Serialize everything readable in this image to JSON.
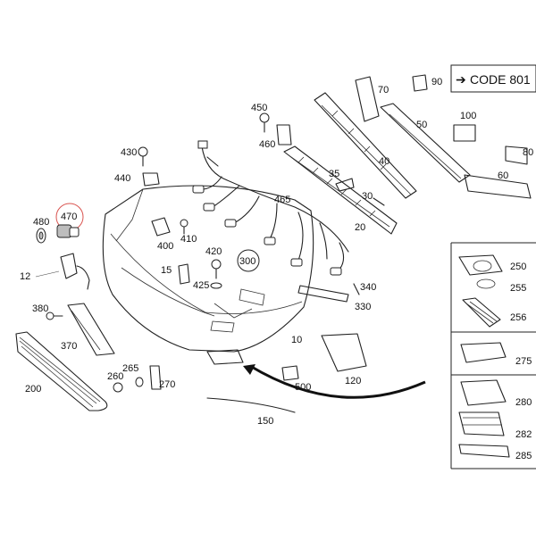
{
  "code_box": {
    "arrow": "➔",
    "label": "CODE 801"
  },
  "highlight_color": "#d9534f",
  "parts": {
    "p10": "10",
    "p12": "12",
    "p15": "15",
    "p20": "20",
    "p30": "30",
    "p35": "35",
    "p40": "40",
    "p50": "50",
    "p60": "60",
    "p70": "70",
    "p80": "80",
    "p90": "90",
    "p100": "100",
    "p120": "120",
    "p150": "150",
    "p200": "200",
    "p250": "250",
    "p255": "255",
    "p256": "256",
    "p260": "260",
    "p265": "265",
    "p270": "270",
    "p275": "275",
    "p280": "280",
    "p282": "282",
    "p285": "285",
    "p300": "300",
    "p330": "330",
    "p340": "340",
    "p370": "370",
    "p380": "380",
    "p400": "400",
    "p410": "410",
    "p420": "420",
    "p425": "425",
    "p430": "430",
    "p440": "440",
    "p450": "450",
    "p460": "460",
    "p465": "465",
    "p470": "470",
    "p480": "480",
    "p500": "500"
  }
}
